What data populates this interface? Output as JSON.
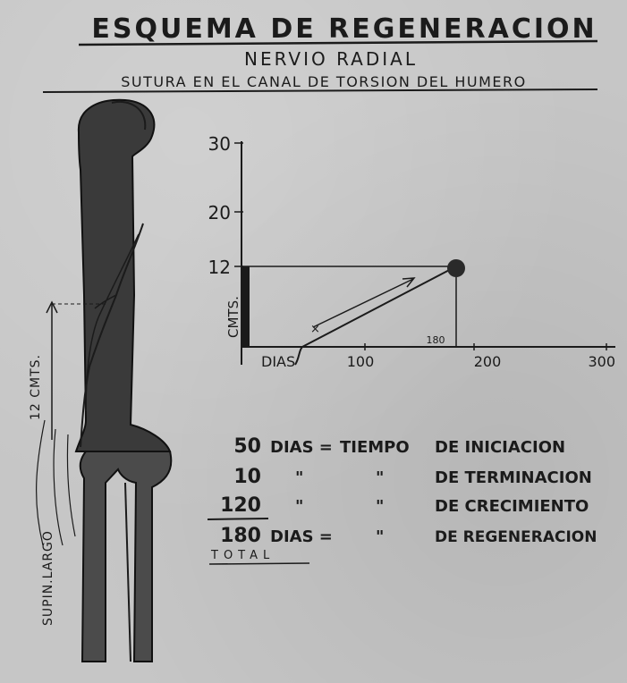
{
  "title": {
    "main": "ESQUEMA DE REGENERACION",
    "subtitle": "NERVIO RADIAL",
    "caption": "SUTURA EN EL CANAL DE TORSION DEL HUMERO"
  },
  "chart": {
    "y_ticks": [
      "30",
      "20",
      "12"
    ],
    "x_ticks": [
      "100",
      "200",
      "300"
    ],
    "x_label": "DIAS",
    "y_label": "CMTS.",
    "annotation_180": "180"
  },
  "drawing": {
    "arm_measure": "12 CMTS.",
    "muscle_label": "SUPIN.LARGO"
  },
  "summary": {
    "rows": [
      {
        "value": "50",
        "unit": "DIAS =",
        "left": "TIEMPO",
        "right": "DE INICIACION"
      },
      {
        "value": "10",
        "unit": "\"",
        "left": "\"",
        "right": "DE TERMINACION"
      },
      {
        "value": "120",
        "unit": "\"",
        "left": "\"",
        "right": "DE CRECIMIENTO"
      },
      {
        "value": "180",
        "unit": "DIAS =",
        "left": "\"",
        "right": "DE REGENERACION"
      }
    ],
    "total_label": "TOTAL"
  }
}
